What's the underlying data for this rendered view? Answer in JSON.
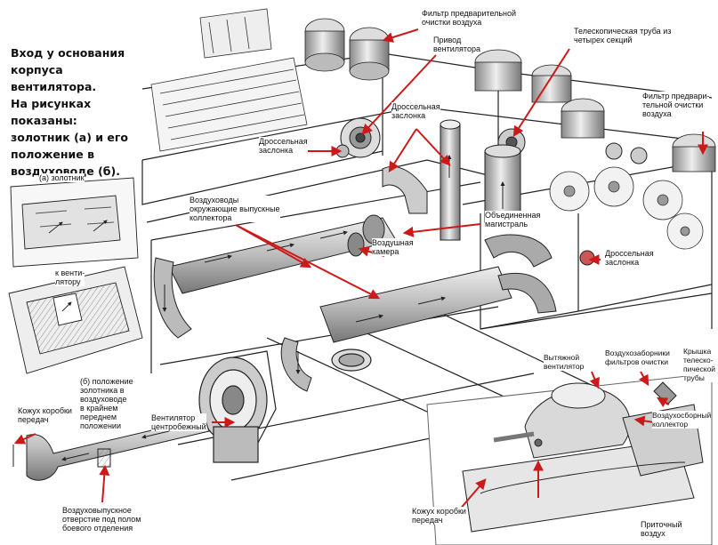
{
  "intro_text": "Вход у основания\nкорпуса вентилятора.\nНа рисунках показаны:\nзолотник (а) и его\nположение в\nвоздуховоде (б).",
  "labels": {
    "prefilter_top": "Фильтр предварительной\nочистки воздуха",
    "fan_drive": "Привод\nвентилятора",
    "telescopic_pipe": "Телескопическая труба из\nчетырех секций",
    "prefilter_right": "Фильтр предвари-\nтельной очистки\nвоздуха",
    "throttle_left": "Дроссельная\nзаслонка",
    "throttle_center": "Дроссельная\nзаслонка",
    "throttle_right": "Дроссельная\nзаслонка",
    "spool_a": "(а) золотник",
    "ducts_exhaust": "Воздуховоды\nокружающие выпускные\nколлектора",
    "combined_manifold": "Объединенная\nмагистраль",
    "air_chamber": "Воздушная\nкамера",
    "to_fan": "к венти-\nлятору",
    "spool_b": "(б) положение\nзолотника в\nвоздуховоде\nв крайнем\nпереднем\nположении",
    "exhaust_fan": "Вытяжной\nвентилятор",
    "filter_intakes": "Воздухозаборники\nфильтров очистки",
    "tele_cover": "Крышка\nтелеско-\nпической\nтрубы",
    "collector_manifold": "Воздухосборный\nколлектор",
    "centrifugal_fan": "Вентилятор\nцентробежный",
    "gearbox_cover_left": "Кожух коробки\nпередач",
    "air_outlet": "Воздуховыпускное\nотверстие под полом\nбоевого отделения",
    "gearbox_cover_bottom": "Кожух коробки\nпередач",
    "supply_air": "Приточный\nвоздух"
  },
  "colors": {
    "arrow": "#cc1a1a",
    "ink": "#222222",
    "shade": "#9a9a9a"
  }
}
